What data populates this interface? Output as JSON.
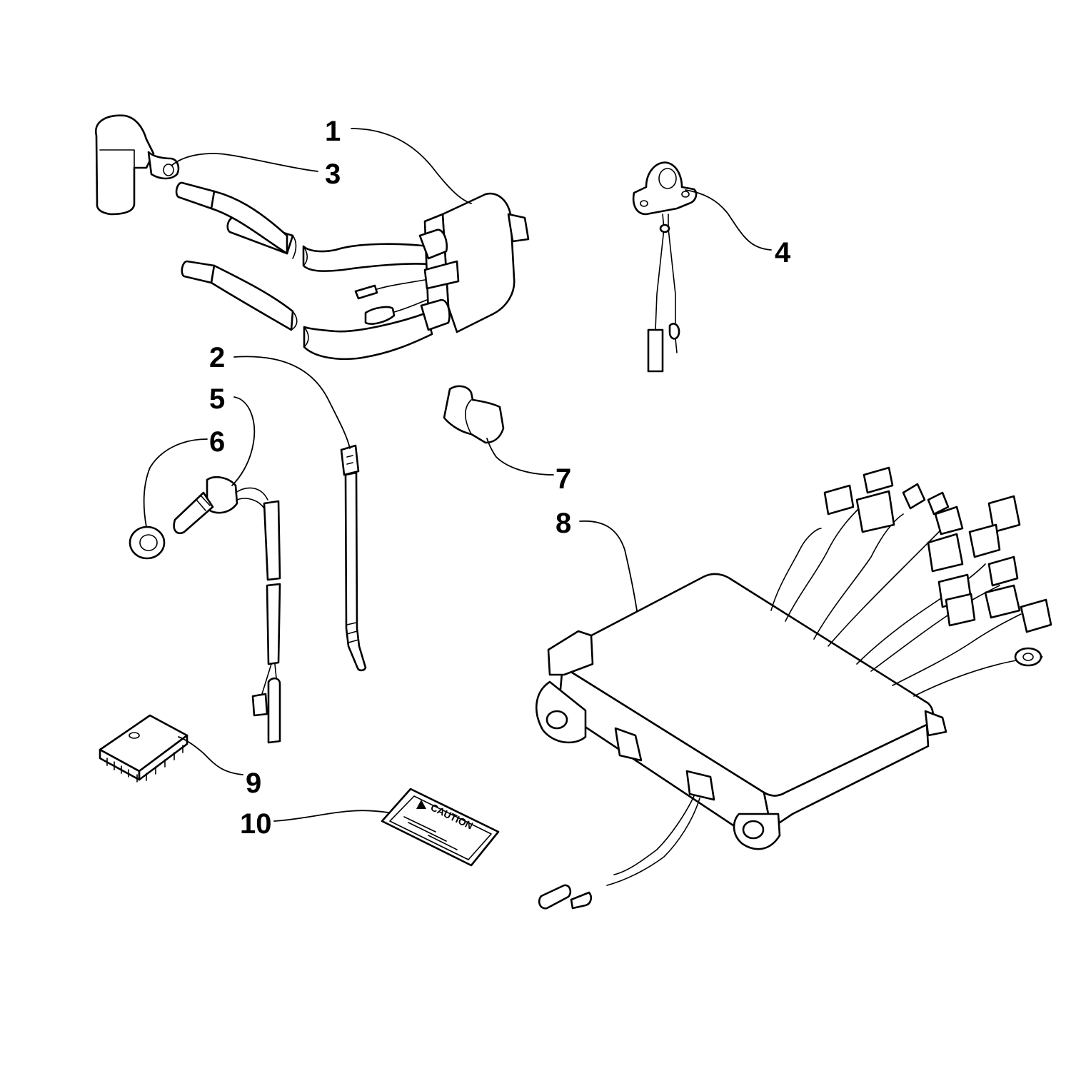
{
  "callouts": [
    {
      "id": "1",
      "label": "1"
    },
    {
      "id": "2",
      "label": "2"
    },
    {
      "id": "3",
      "label": "3"
    },
    {
      "id": "4",
      "label": "4"
    },
    {
      "id": "5",
      "label": "5"
    },
    {
      "id": "6",
      "label": "6"
    },
    {
      "id": "7",
      "label": "7"
    },
    {
      "id": "8",
      "label": "8"
    },
    {
      "id": "9",
      "label": "9"
    },
    {
      "id": "10",
      "label": "10"
    }
  ],
  "decal_text": "CAUTION"
}
